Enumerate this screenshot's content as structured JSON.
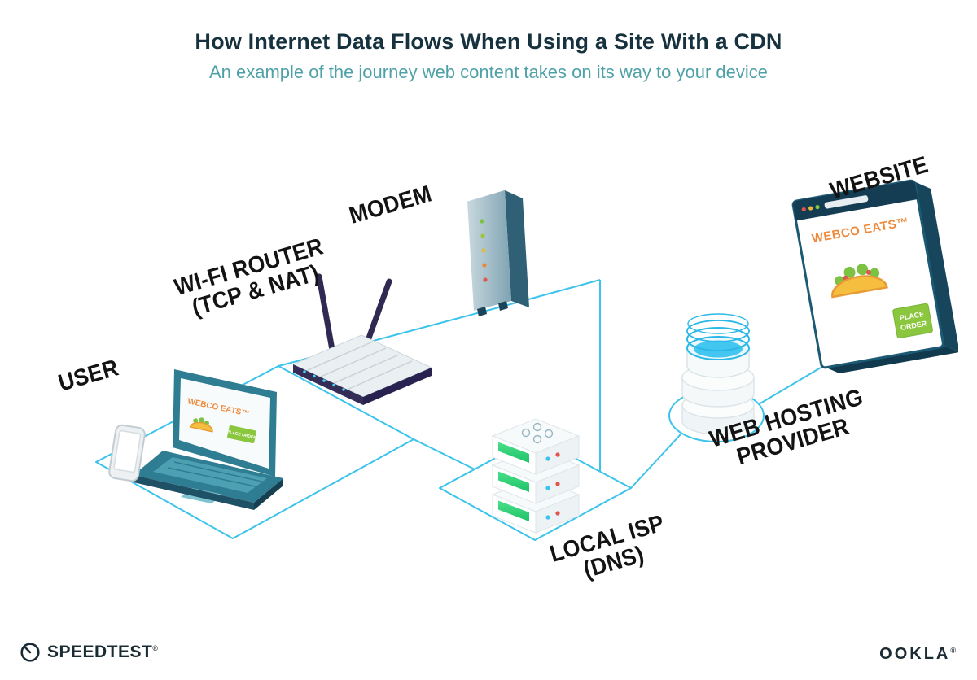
{
  "header": {
    "title": "How Internet Data Flows When Using a Site With a CDN",
    "subtitle": "An example of the journey web content takes on its way to your device"
  },
  "diagram": {
    "nodes": {
      "user": {
        "label": "USER"
      },
      "router": {
        "line1": "WI-FI ROUTER",
        "line2": "(TCP & NAT)"
      },
      "modem": {
        "label": "MODEM"
      },
      "isp": {
        "line1": "LOCAL ISP",
        "line2": "(DNS)"
      },
      "hosting": {
        "line1": "WEB HOSTING",
        "line2": "PROVIDER"
      },
      "website": {
        "label": "WEBSITE"
      }
    },
    "webco": {
      "brand": "WEBCO EATS™",
      "cta": "PLACE ORDER",
      "cta_line1": "PLACE",
      "cta_line2": "ORDER"
    }
  },
  "footer": {
    "speedtest": "SPEEDTEST",
    "speedtest_mark": "®",
    "ookla": "OOKLA",
    "ookla_mark": "®"
  },
  "colors": {
    "accent_cyan": "#3CC3EB",
    "title_navy": "#16323E",
    "subtitle_teal": "#4FA1A8",
    "device_teal": "#2E7D92",
    "router_navy": "#332D57",
    "green": "#7DC242",
    "orange": "#EE8A3C",
    "footer_dark": "#1A2B33"
  }
}
